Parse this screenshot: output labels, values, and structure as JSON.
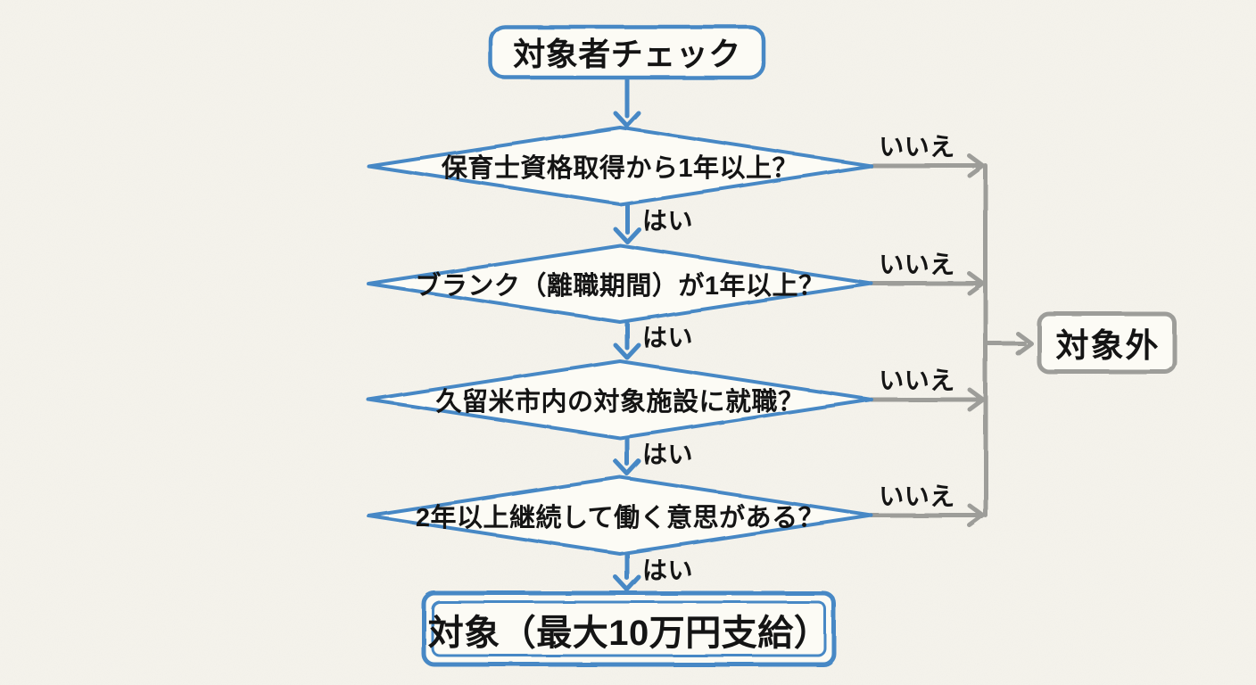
{
  "flowchart": {
    "start": {
      "label": "対象者チェック"
    },
    "decisions": [
      {
        "question": "保育士資格取得から1年以上？",
        "yes": "はい",
        "no": "いいえ"
      },
      {
        "question": "ブランク（離職期間）が1年以上？",
        "yes": "はい",
        "no": "いいえ"
      },
      {
        "question": "久留米市内の対象施設に就職？",
        "yes": "はい",
        "no": "いいえ"
      },
      {
        "question": "2年以上継続して働く意思がある？",
        "yes": "はい",
        "no": "いいえ"
      }
    ],
    "eligible": {
      "label": "対象（最大10万円支給）"
    },
    "not_eligible": {
      "label": "対象外"
    },
    "colors": {
      "accept_stroke": "#4688c5",
      "reject_stroke": "#9d9d99",
      "text": "#141414",
      "background": "#f5f3ec",
      "node_fill": "#fcfbf5"
    }
  }
}
